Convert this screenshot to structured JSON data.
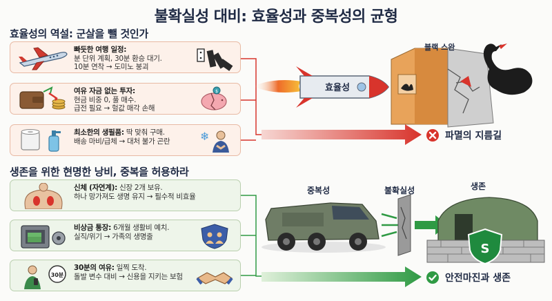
{
  "title": "불확실성 대비: 효율성과 중복성의 균형",
  "top_section": {
    "heading": "효율성의 역설: 군살을 뺄 것인가",
    "cards": [
      {
        "bold": "빠듯한 여행 일정:",
        "line1": "분 단위 계획, 30분 환승 대기.",
        "line2": "10분 연착 → 도미노 붕괴"
      },
      {
        "bold": "여유 자금 없는 투자:",
        "line1": "현금 비중 0, 풀 매수.",
        "line2": "급전 필요 → 헐값 매각 손해"
      },
      {
        "bold": "최소한의 생필품:",
        "line1": "딱 맞춰 구매.",
        "line2": "배송 마비/급체 → 대처 불가 곤란"
      }
    ],
    "rocket_label": "효율성",
    "wall_label": "블랙 스완",
    "result": "파멸의 지름길"
  },
  "bottom_section": {
    "heading": "생존을 위한 현명한 낭비, 중복을 허용하라",
    "cards": [
      {
        "bold": "신체 (자연계):",
        "line1": "신장 2개 보유.",
        "line2": "하나 망가져도 생명 유지 → 필수적 비효율"
      },
      {
        "bold": "비상금 통장:",
        "line1": "6개월 생활비 예치.",
        "line2": "실직/위기 → 가족의 생명줄"
      },
      {
        "bold": "30분의 여유:",
        "line1": "일찍 도착.",
        "line2": "돌발 변수 대비 → 신용을 지키는 보험"
      }
    ],
    "clock_label": "30분",
    "label_redundancy": "중복성",
    "label_uncertainty": "불확실성",
    "label_survival": "생존",
    "shield_letter": "S",
    "result": "안전마진과 생존"
  },
  "colors": {
    "red_accent": "#d8342c",
    "green_accent": "#2f9a44",
    "navy": "#1f2a44"
  }
}
